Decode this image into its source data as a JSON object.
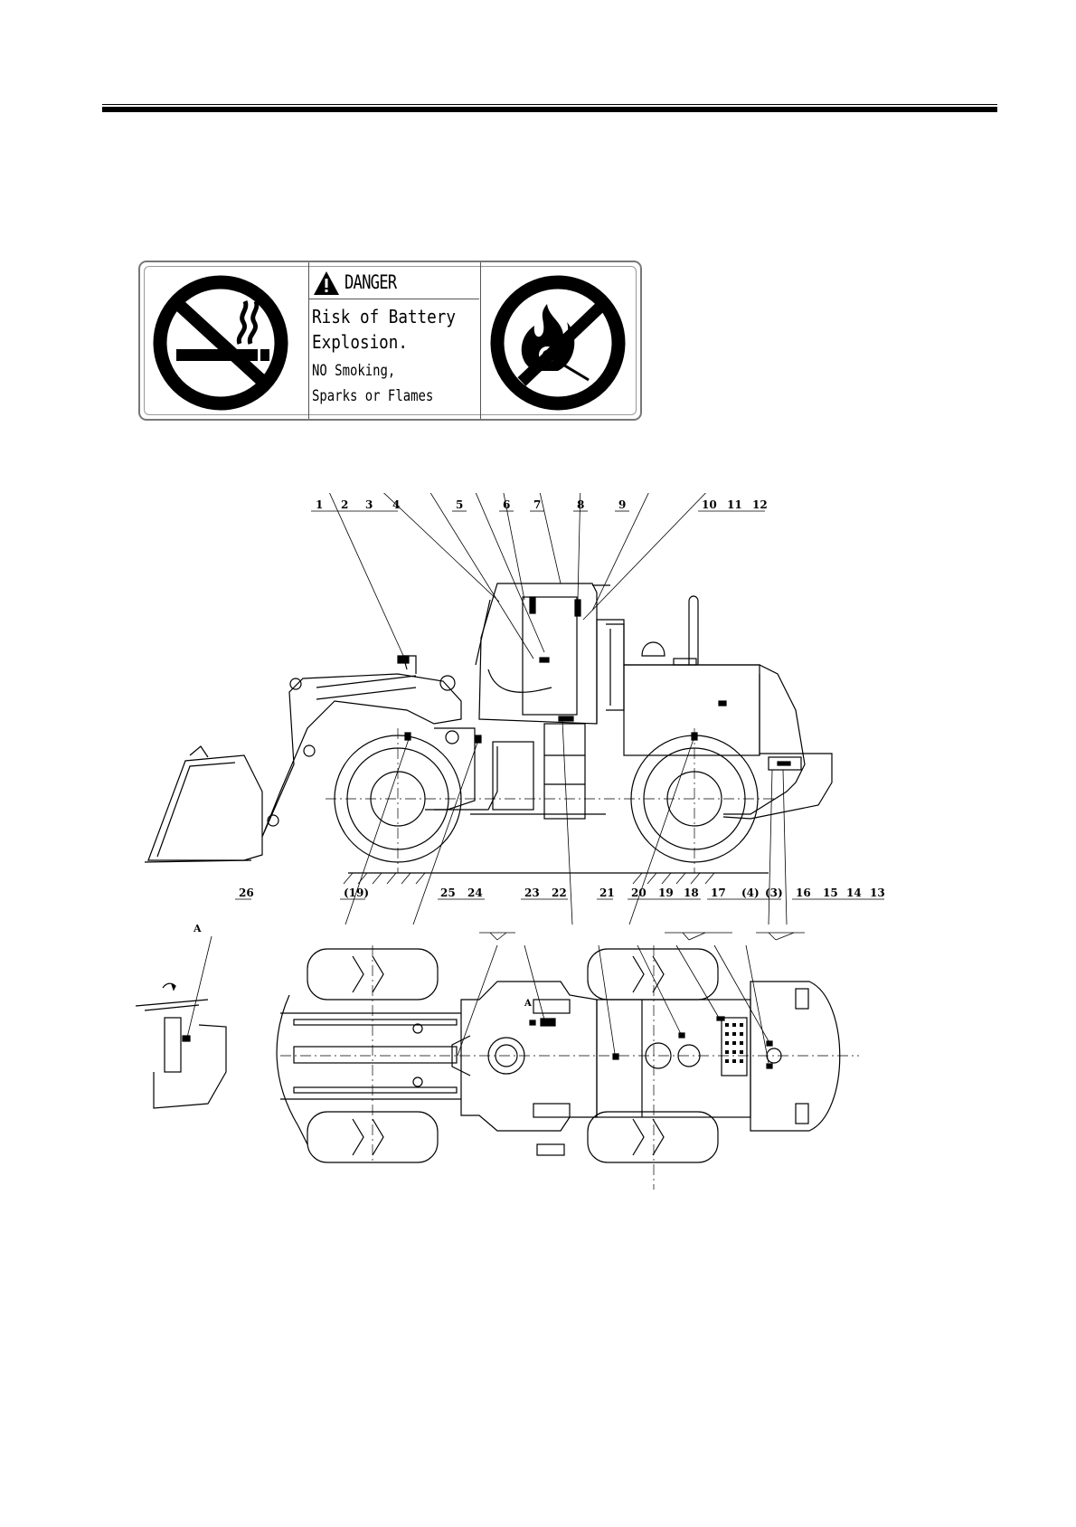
{
  "safety_label": {
    "header": "DANGER",
    "message_line1": "Risk of Battery",
    "message_line2": "Explosion.",
    "instruction_line1": "NO Smoking,",
    "instruction_line2": "Sparks or Flames",
    "left_symbol": "no-smoking-icon",
    "right_symbol": "no-open-flame-icon",
    "warning_symbol": "warning-triangle-icon"
  },
  "drawing": {
    "callouts_top": [
      "1",
      "2",
      "3",
      "4",
      "5",
      "6",
      "7",
      "8",
      "9",
      "10",
      "11",
      "12"
    ],
    "callouts_bottom": [
      "(19)",
      "25",
      "24",
      "23",
      "22",
      "21",
      "20",
      "19",
      "18",
      "17",
      "(4)",
      "(3)",
      "16",
      "15",
      "14",
      "13"
    ],
    "callout_side": "26",
    "view_mark": "A",
    "view_mark_plan": "A"
  }
}
